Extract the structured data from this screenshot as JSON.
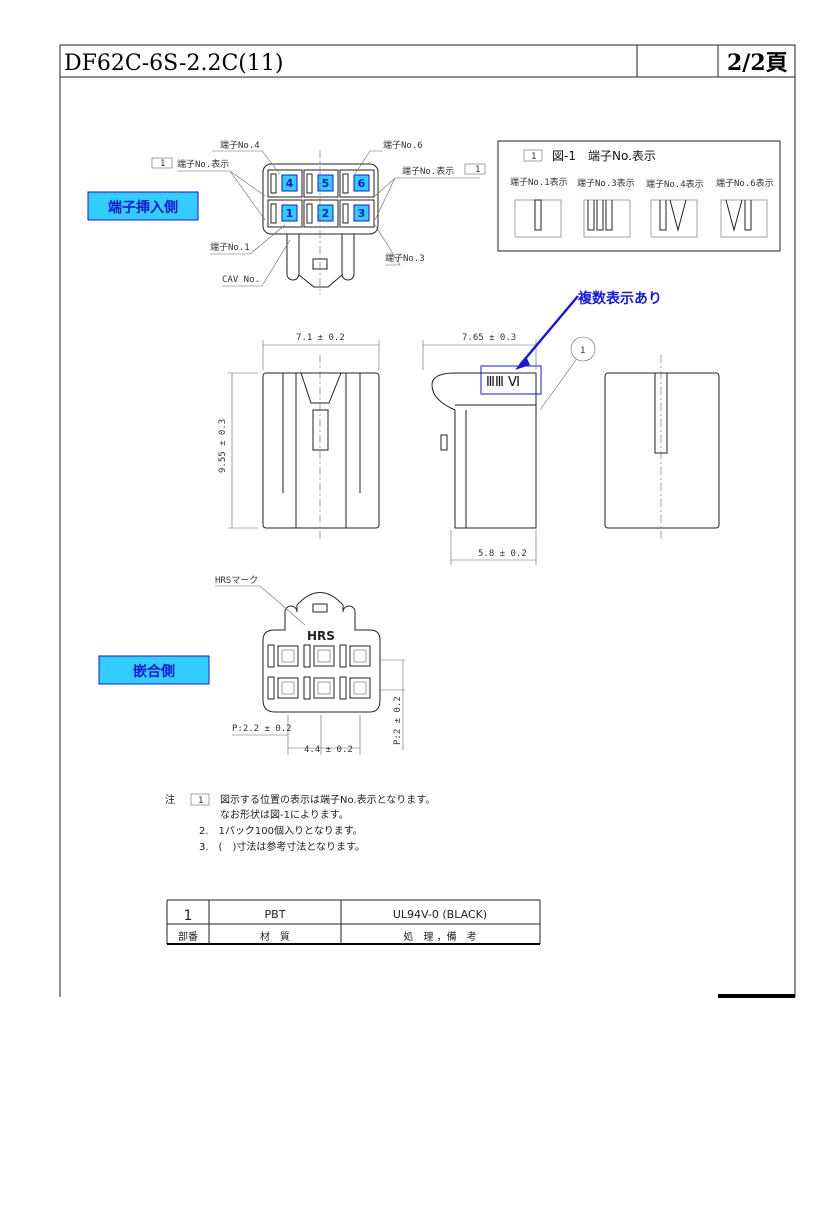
{
  "title": "DF62C-6S-2.2C(11)",
  "page": "2/2頁",
  "labels": {
    "insertion_side": "端子挿入側",
    "mating_side": "嵌合側",
    "multiple_display": "複数表示あり",
    "hrs_mark": "HRSマーク",
    "cav_no": "CAV No.",
    "item_balloon": "1"
  },
  "callouts": {
    "terminal_4": "端子No.4",
    "terminal_6": "端子No.6",
    "terminal_1": "端子No.1",
    "terminal_3": "端子No.3",
    "display_left": "端子No.表示",
    "display_right": "端子No.表示",
    "flag": "1"
  },
  "cavities": [
    "4",
    "5",
    "6",
    "1",
    "2",
    "3"
  ],
  "fig1": {
    "title": "図-1　端子No.表示",
    "items": [
      "端子No.1表示",
      "端子No.3表示",
      "端子No.4表示",
      "端子No.6表示"
    ]
  },
  "dims": {
    "width": "7.1 ± 0.2",
    "depth": "7.65 ± 0.3",
    "height": "9.55 ± 0.3",
    "base": "5.8 ± 0.2",
    "pitch_h": "P:2.2 ± 0.2",
    "span": "4.4 ± 0.2",
    "pitch_v": "P:2 ± 0.2",
    "side_marks": "ⅢⅢ Ⅵ"
  },
  "notes": {
    "head": "注",
    "n1a": "図示する位置の表示は端子No.表示となります。",
    "n1b": "なお形状は図-1によります。",
    "n2": "2.　1パック100個入りとなります。",
    "n3": "3.　(　)寸法は参考寸法となります。"
  },
  "parts_table": {
    "row": [
      "1",
      "PBT",
      "UL94V-0 (BLACK)"
    ],
    "header": [
      "部番",
      "材　質",
      "処　理 ，備　考"
    ]
  }
}
